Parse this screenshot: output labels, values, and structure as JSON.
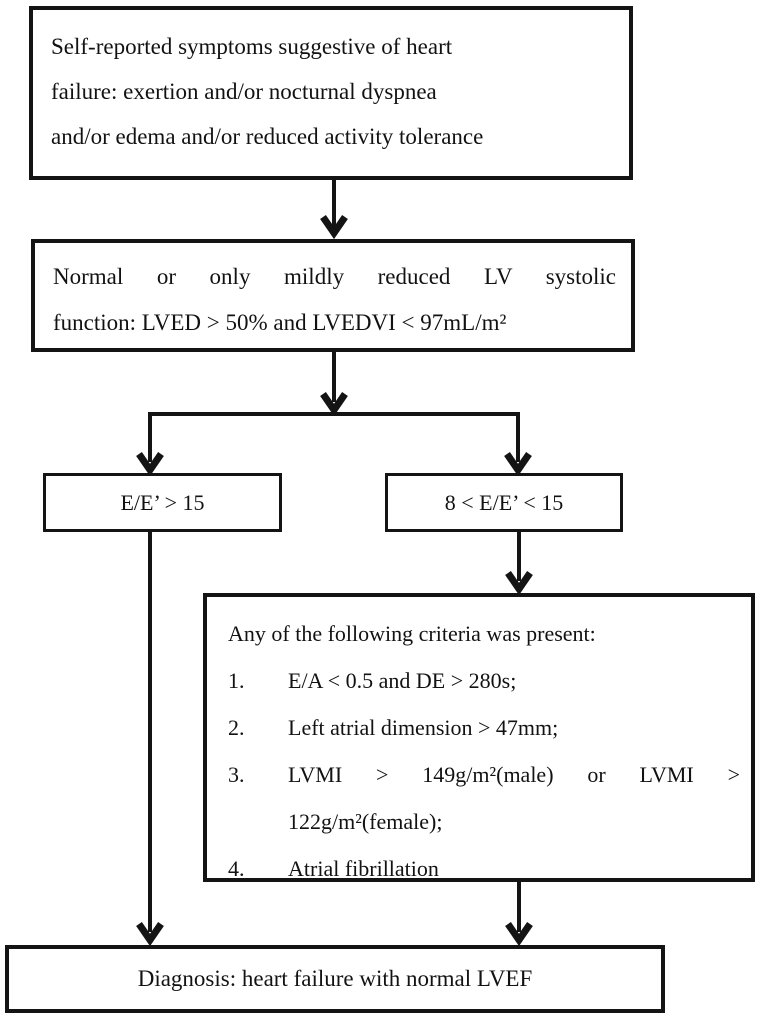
{
  "title": "Heart failure with normal LVEF diagnostic flowchart",
  "colors": {
    "ink": "#141414",
    "background": "#ffffff"
  },
  "boxes": {
    "symptoms": {
      "line1": "Self-reported symptoms suggestive of heart",
      "line2": "failure: exertion and/or nocturnal dyspnea",
      "line3": "and/or edema and/or reduced activity tolerance"
    },
    "lv_function": {
      "line1": "Normal or only mildly reduced LV systolic",
      "line2": "function: LVED > 50% and LVEDVI < 97mL/m²"
    },
    "ee_high": {
      "label": "E/E’ > 15"
    },
    "ee_intermediate": {
      "label": "8 < E/E’ < 15"
    },
    "criteria": {
      "title": "Any of the following criteria was present:",
      "items": [
        {
          "num": "1.",
          "text": "E/A < 0.5 and DE > 280s;"
        },
        {
          "num": "2.",
          "text": "Left atrial dimension > 47mm;"
        },
        {
          "num": "3.",
          "line1": "LVMI > 149g/m²(male) or LVMI >",
          "line2": "122g/m²(female);"
        },
        {
          "num": "4.",
          "text": "Atrial fibrillation"
        }
      ]
    },
    "diagnosis": {
      "label": "Diagnosis: heart failure with normal LVEF"
    }
  }
}
